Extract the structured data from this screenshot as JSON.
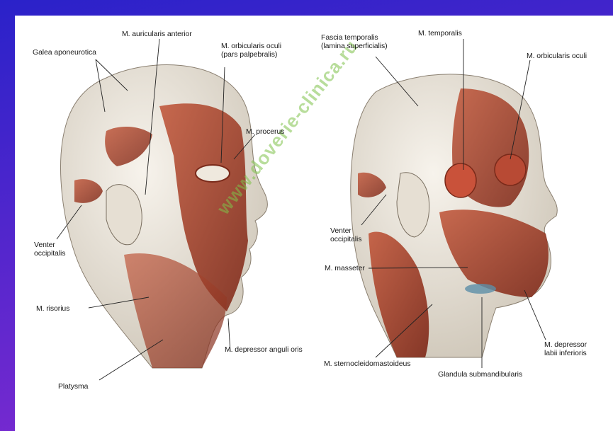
{
  "colors": {
    "frame_gradient_top": "#2a22c9",
    "frame_gradient_bottom": "#7a2ad0",
    "page_background": "#ffffff",
    "muscle": "#a3432c",
    "skin": "#eee8dd",
    "watermark": "#7fc24a"
  },
  "watermark": "www.doverie-clinica.ru",
  "labels": {
    "galea": "Galea aponeurotica",
    "auricularis": "M. auricularis anterior",
    "orbicularis_palp": "M. orbicularis oculi\n(pars palpebralis)",
    "procerus": "M. procerus",
    "venter_left": "Venter\noccipitalis",
    "risorius": "M. risorius",
    "depressor_anguli": "M. depressor anguli oris",
    "platysma": "Platysma",
    "fascia": "Fascia temporalis\n(lamina superficialis)",
    "temporalis": "M. temporalis",
    "orbicularis_right": "M. orbicularis oculi",
    "venter_right": "Venter\noccipitalis",
    "masseter": "M. masseter",
    "scm": "M. sternocleidomastoideus",
    "glandula": "Glandula submandibularis",
    "depressor_labii": "M. depressor\nlabii inferioris"
  }
}
